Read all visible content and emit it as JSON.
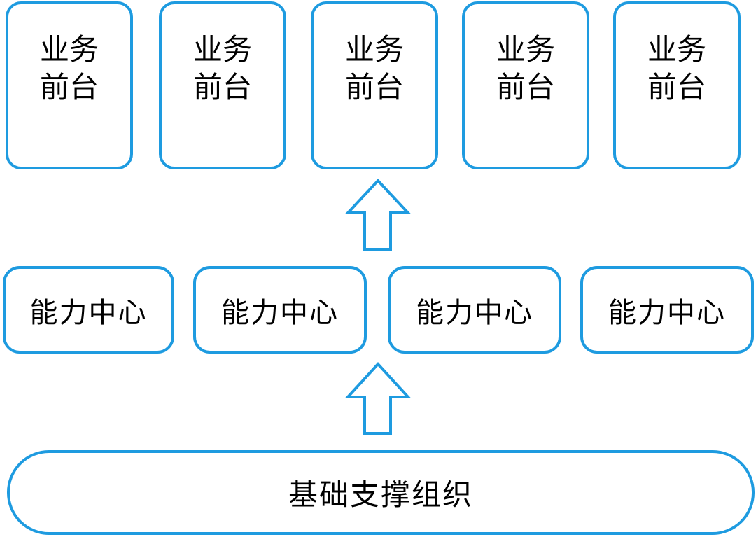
{
  "colors": {
    "border": "#1e9be0",
    "text": "#000000",
    "background": "#ffffff"
  },
  "front_row": [
    {
      "line1": "业务",
      "line2": "前台"
    },
    {
      "line1": "业务",
      "line2": "前台"
    },
    {
      "line1": "业务",
      "line2": "前台"
    },
    {
      "line1": "业务",
      "line2": "前台"
    },
    {
      "line1": "业务",
      "line2": "前台"
    }
  ],
  "capability_row": [
    {
      "label": "能力中心"
    },
    {
      "label": "能力中心"
    },
    {
      "label": "能力中心"
    },
    {
      "label": "能力中心"
    }
  ],
  "foundation": {
    "label": "基础支撑组织"
  },
  "arrows": [
    {
      "icon": "up-arrow-icon"
    },
    {
      "icon": "up-arrow-icon"
    }
  ]
}
